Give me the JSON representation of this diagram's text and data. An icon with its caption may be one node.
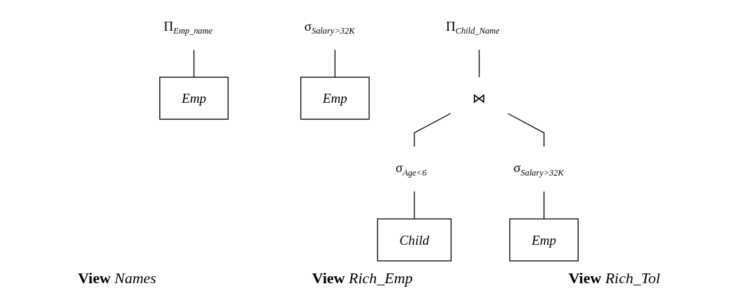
{
  "diagram": {
    "nodes": [
      {
        "text": [
          "Π$_{Emp_name}$"
        ]
      },
      {
        "text": [
          "Emp"
        ]
      },
      {
        "text": [
          "σ$_{Salary>32K}$"
        ]
      },
      {
        "text": [
          "Emp"
        ]
      },
      {
        "text": [
          "Π$_{Child_Name}$"
        ]
      },
      {
        "text": [
          "⋈"
        ]
      },
      {
        "text": [
          "σ$_{Age<6}$"
        ]
      },
      {
        "text": [
          "σ$_{Salary>32K}$"
        ]
      },
      {
        "text": [
          "Child"
        ]
      },
      {
        "text": [
          "Emp"
        ]
      }
    ],
    "edges": [
      {
        "from": 0,
        "to": 1,
        "arrow": "none"
      },
      {
        "from": 2,
        "to": 3,
        "arrow": "none"
      },
      {
        "from": 4,
        "to": 5,
        "arrow": "none"
      },
      {
        "from": 5,
        "to": 6,
        "arrow": "none"
      },
      {
        "from": 5,
        "to": 7,
        "arrow": "none"
      },
      {
        "from": 6,
        "to": 8,
        "arrow": "none"
      },
      {
        "from": 7,
        "to": 9,
        "arrow": "none"
      }
    ],
    "labels": [
      "View *Names*",
      "View *Rich_Emp*",
      "View *Rich_Tol*"
    ]
  }
}
